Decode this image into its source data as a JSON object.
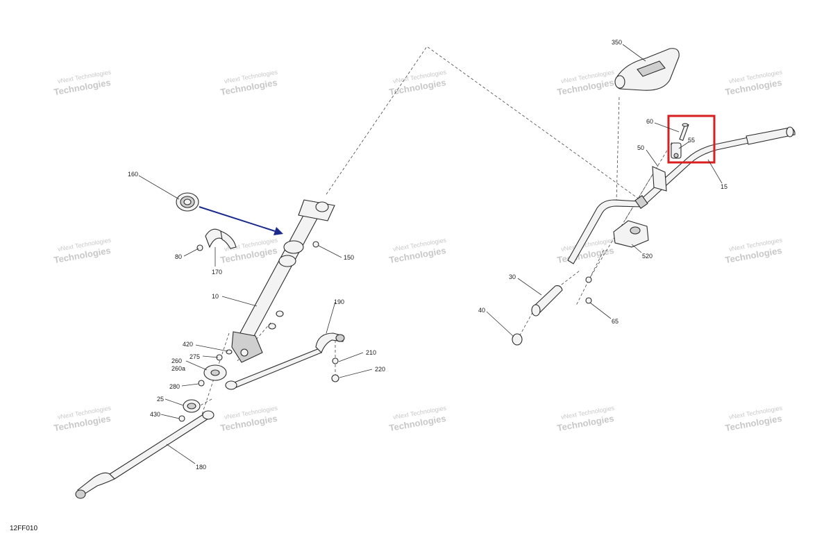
{
  "diagram": {
    "document_code": "12FF010",
    "watermark": {
      "line1": "vNext Technologies",
      "line2": "Technologies"
    },
    "callouts": [
      {
        "id": "c350",
        "label": "350"
      },
      {
        "id": "c60",
        "label": "60"
      },
      {
        "id": "c55",
        "label": "55"
      },
      {
        "id": "c50",
        "label": "50"
      },
      {
        "id": "c15",
        "label": "15"
      },
      {
        "id": "c160",
        "label": "160"
      },
      {
        "id": "c80",
        "label": "80"
      },
      {
        "id": "c170",
        "label": "170"
      },
      {
        "id": "c150",
        "label": "150"
      },
      {
        "id": "c10",
        "label": "10"
      },
      {
        "id": "c190",
        "label": "190"
      },
      {
        "id": "c420",
        "label": "420"
      },
      {
        "id": "c275",
        "label": "275"
      },
      {
        "id": "c260",
        "label": "260"
      },
      {
        "id": "c260a",
        "label": "260a"
      },
      {
        "id": "c280",
        "label": "280"
      },
      {
        "id": "c210",
        "label": "210"
      },
      {
        "id": "c220",
        "label": "220"
      },
      {
        "id": "c25",
        "label": "25"
      },
      {
        "id": "c430",
        "label": "430"
      },
      {
        "id": "c180",
        "label": "180"
      },
      {
        "id": "c520",
        "label": "520"
      },
      {
        "id": "c30",
        "label": "30"
      },
      {
        "id": "c40",
        "label": "40"
      },
      {
        "id": "c65",
        "label": "65"
      }
    ],
    "highlight_box_color": "#d81e1e",
    "arrow_color": "#1a2a8c"
  }
}
